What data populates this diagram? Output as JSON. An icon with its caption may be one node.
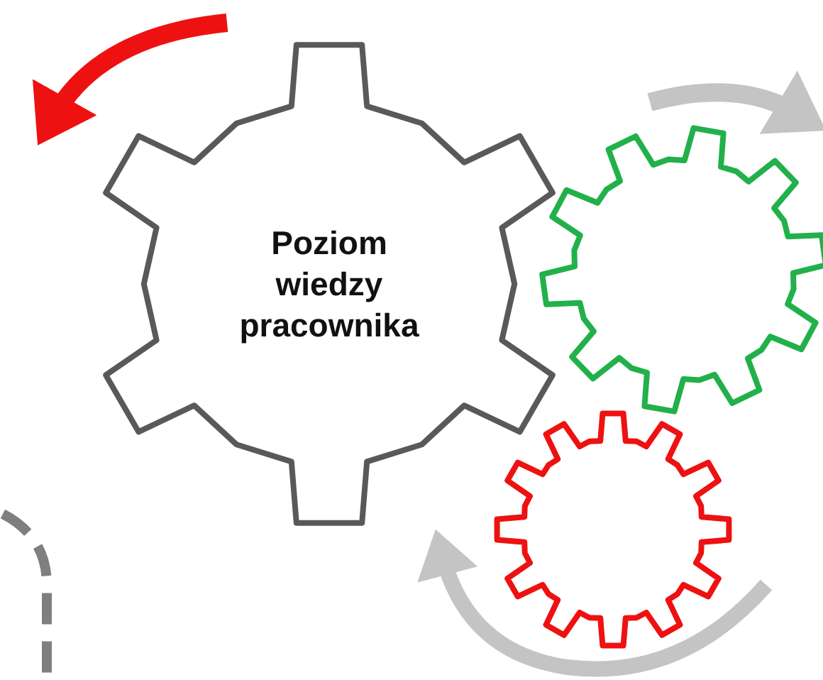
{
  "diagram": {
    "nodes": [
      {
        "text": [
          "Poziom wiedzy pracownika"
        ]
      },
      {
        "text": [],
        "shape": "gear"
      },
      {
        "text": [],
        "shape": "gear"
      }
    ]
  }
}
